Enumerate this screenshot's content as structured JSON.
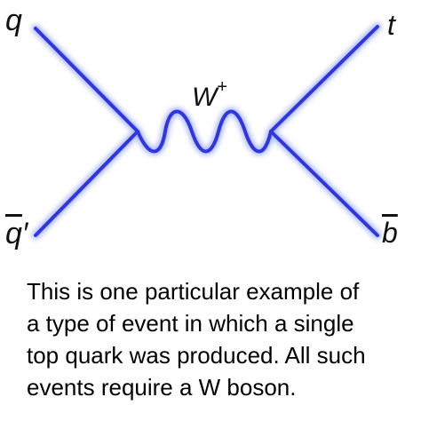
{
  "particles": {
    "q": "q",
    "qbar_base": "q",
    "qbar_prime": "′",
    "t": "t",
    "bbar": "b",
    "boson": "W",
    "boson_charge": "+"
  },
  "caption": {
    "lines": [
      "This is one particular example of",
      "a type of event in which a single",
      "top quark was produced.  All such",
      "events require a W boson."
    ]
  },
  "colors": {
    "line": "#2f36e0",
    "glow": "#8fa0ff",
    "text": "#000000"
  }
}
